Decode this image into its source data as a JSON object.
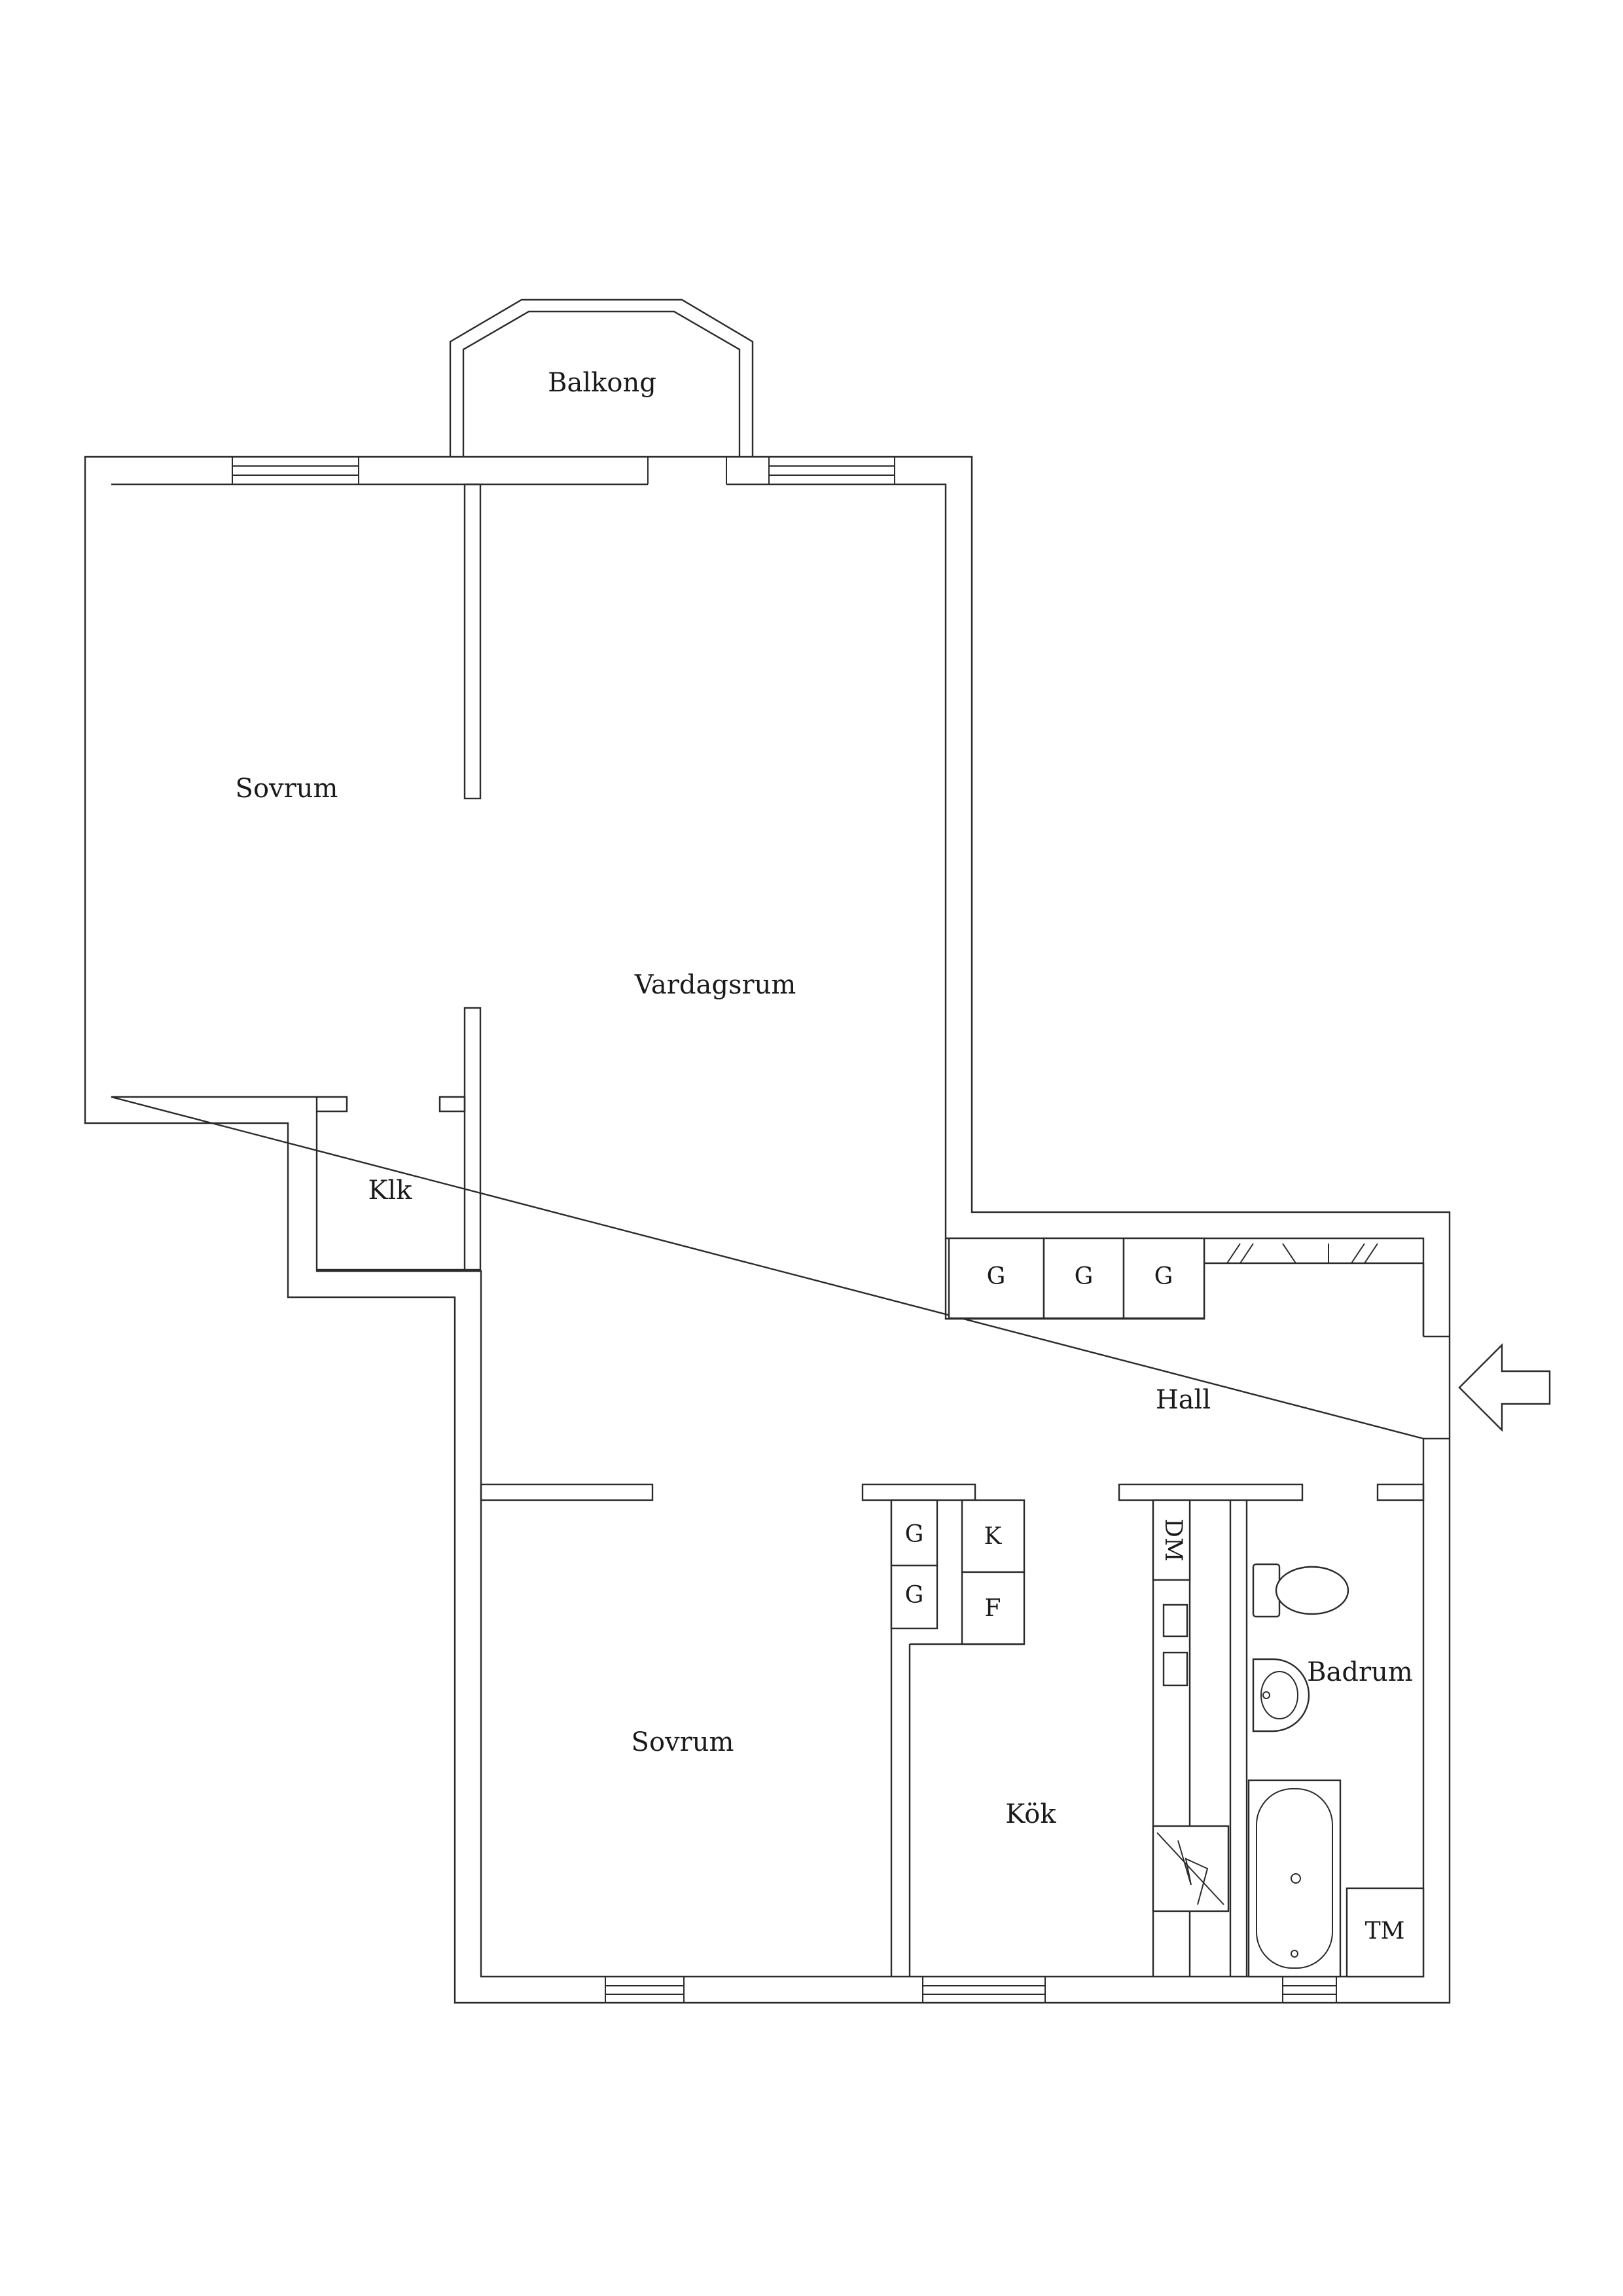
{
  "rooms": {
    "balcony": "Balkong",
    "bedroom_1": "Sovrum",
    "living_room": "Vardagsrum",
    "walk_in_closet": "Klk",
    "hall": "Hall",
    "bedroom_2": "Sovrum",
    "kitchen": "Kök",
    "bathroom": "Badrum"
  },
  "units": {
    "hall_wardrobe_1": "G",
    "hall_wardrobe_2": "G",
    "hall_wardrobe_3": "G",
    "kitchen_wardrobe_top": "G",
    "kitchen_wardrobe_bottom": "G",
    "fridge": "K",
    "freezer": "F",
    "dishwasher": "DM",
    "washing_machine": "TM"
  },
  "icons": {
    "entrance": "entrance-arrow-icon",
    "toilet": "toilet-icon",
    "sink": "sink-icon",
    "bathtub": "bathtub-icon",
    "stove": "stove-icon"
  },
  "colors": {
    "line": "#2b2b2b",
    "background": "#ffffff"
  }
}
